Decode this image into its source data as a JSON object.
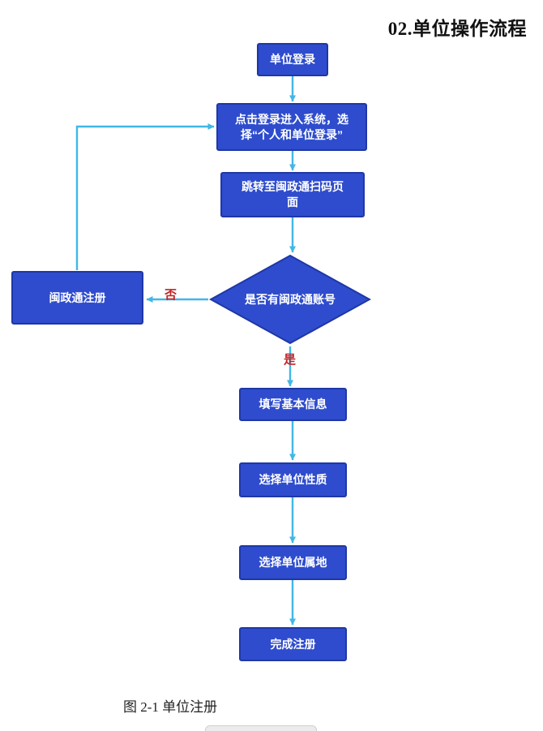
{
  "page": {
    "title": "02.单位操作流程",
    "caption": "图 2-1 单位注册"
  },
  "colors": {
    "node_fill": "#2e4ccd",
    "node_border": "#1f37a6",
    "arrow": "#41b7e8",
    "branch_label": "#c02424"
  },
  "flow": {
    "nodes": {
      "unit_login": {
        "label": "单位登录"
      },
      "click_login": {
        "lines": [
          "点击登录进入系统，选",
          "择“个人和单位登录”"
        ]
      },
      "scan_page": {
        "lines": [
          "跳转至闽政通扫码页",
          "面"
        ]
      },
      "decision": {
        "label": "是否有闽政通账号"
      },
      "mzt_register": {
        "label": "闽政通注册"
      },
      "fill_info": {
        "label": "填写基本信息"
      },
      "select_nature": {
        "label": "选择单位性质"
      },
      "select_location": {
        "label": "选择单位属地"
      },
      "complete": {
        "label": "完成注册"
      }
    },
    "branches": {
      "no": "否",
      "yes": "是"
    }
  }
}
